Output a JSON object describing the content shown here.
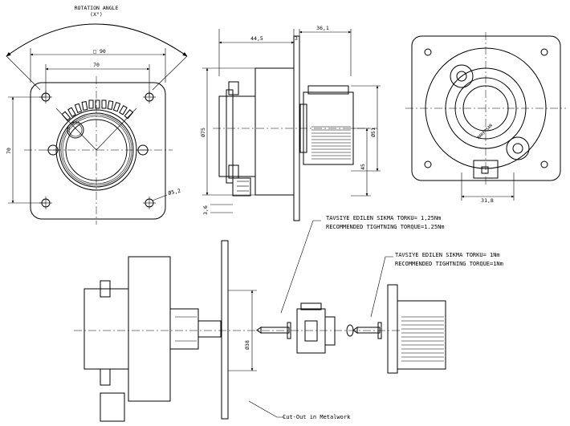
{
  "front_view": {
    "rotation_angle_label": "ROTATION ANGLE",
    "rotation_angle_value": "(X°)",
    "dim_square": "□ 90",
    "dim_width": "70",
    "dim_height": "70",
    "dim_hole": "Ø5,2"
  },
  "side_view": {
    "dim_44_5": "44,5",
    "dim_3": "3",
    "dim_36_1": "36,1",
    "dim_d75": "Ø75",
    "dim_d51": "Ø51",
    "dim_45": "45",
    "dim_3_6": "3,6"
  },
  "rear_view": {
    "dim_31_8": "31,8",
    "brand_text": "MAKERSAN"
  },
  "assembly": {
    "note_tr_1": "TAVSIYE EDILEN SIKMA TORKU= 1,25Nm",
    "note_en_1": "RECOMMENDED TIGHTNING TORQUE=1.25Nm",
    "note_tr_2": "TAVSIYE EDILEN SIKMA TORKU= 1Nm",
    "note_en_2": "RECOMMENDED TIGHTNING TORQUE=1Nm",
    "dim_d38": "Ø38",
    "cutout_label": "Cut-Out in Metalwork"
  }
}
